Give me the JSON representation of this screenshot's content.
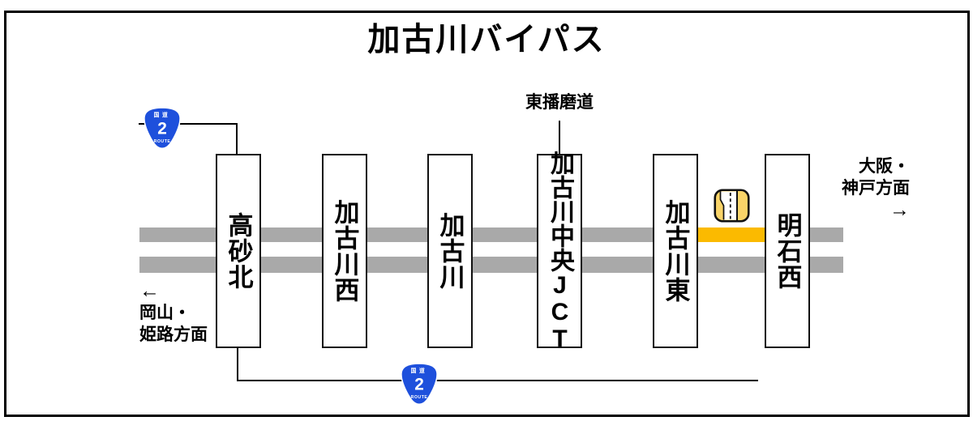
{
  "title": "加古川バイパス",
  "branch_road_label": "東播磨道",
  "directions": {
    "left": {
      "arrow": "←",
      "lines": [
        "岡山・",
        "姫路方面"
      ]
    },
    "right": {
      "arrow": "→",
      "lines": [
        "大阪・",
        "神戸方面"
      ]
    }
  },
  "interchanges": [
    {
      "name": "高砂北"
    },
    {
      "name": "加古川西"
    },
    {
      "name": "加古川"
    },
    {
      "name": "加古川中央JCT"
    },
    {
      "name": "加古川東"
    },
    {
      "name": "明石西"
    }
  ],
  "route_badge": {
    "prefix": "国道",
    "number": "2",
    "suffix": "ROUTE"
  },
  "icons": {
    "road_icon": "lane-reduction-road-icon"
  },
  "colors": {
    "road_gray": "#A9A9A9",
    "highlight_yellow": "#FBBA00",
    "icon_yellow": "#F9D468",
    "badge_blue": "#1E50DC"
  }
}
